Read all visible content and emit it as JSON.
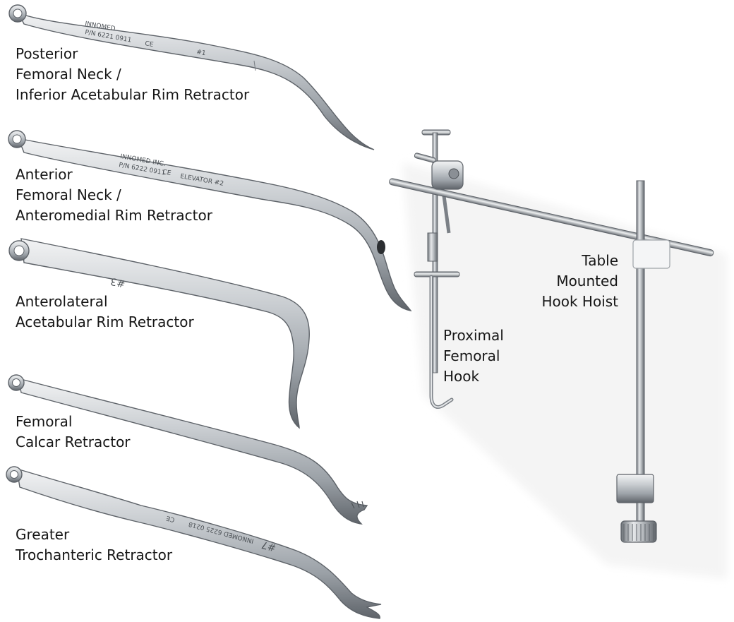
{
  "labels": {
    "posterior": [
      "Posterior",
      "Femoral Neck /",
      "Inferior Acetabular Rim Retractor"
    ],
    "anterior": [
      "Anterior",
      "Femoral Neck /",
      "Anteromedial Rim Retractor"
    ],
    "anterolateral": [
      "Anterolateral",
      "Acetabular Rim Retractor"
    ],
    "calcar": [
      "Femoral",
      "Calcar Retractor"
    ],
    "trochanteric": [
      "Greater",
      "Trochanteric Retractor"
    ],
    "hook": [
      "Proximal",
      "Femoral",
      "Hook"
    ],
    "hoist": [
      "Table",
      "Mounted",
      "Hook Hoist"
    ]
  },
  "engravings": {
    "r1": [
      "INNOMED",
      "P/N 6221  0911",
      "CE",
      "#1"
    ],
    "r2": [
      "INNOMED INC.",
      "P/N 6222  0911",
      "CE",
      "ELEVATOR #2"
    ],
    "r3": [
      "#3"
    ],
    "r7": [
      "CE",
      "INNOMED  6225  0218",
      "#7"
    ]
  },
  "colors": {
    "background": "#ffffff",
    "text": "#161616",
    "steel_light": "#e6e8ea",
    "steel_mid": "#b9bdc1",
    "steel_dark": "#6f7479"
  }
}
